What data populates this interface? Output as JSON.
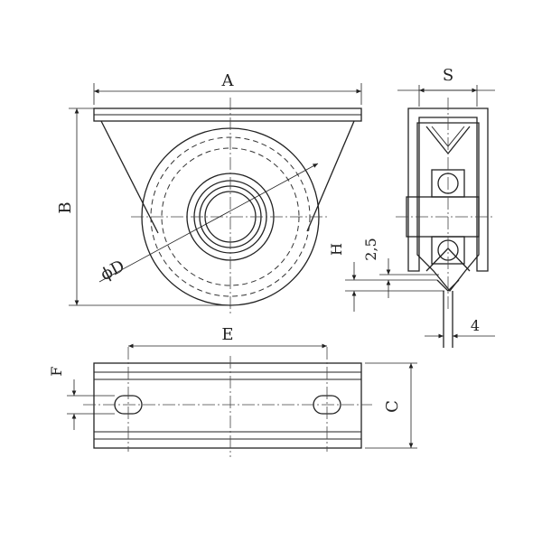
{
  "labels": {
    "a": "A",
    "b": "B",
    "d": "ϕD",
    "s": "S",
    "h": "H",
    "dim_2_5": "2,5",
    "dim_4": "4",
    "e": "E",
    "f": "F",
    "c": "C"
  }
}
